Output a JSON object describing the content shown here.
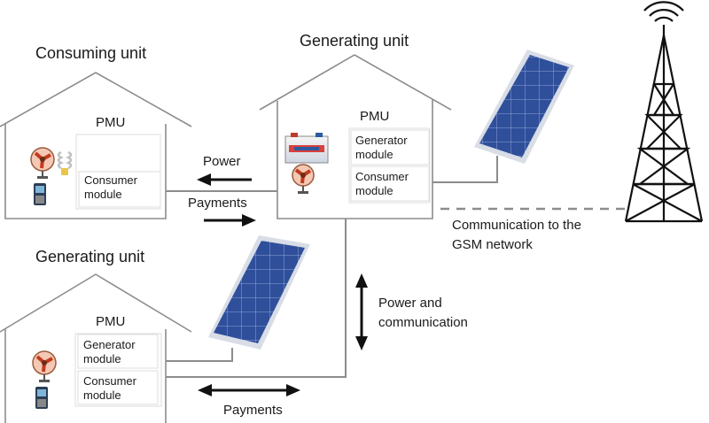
{
  "consuming_unit": {
    "title": "Consuming unit",
    "pmu": "PMU",
    "consumer_module": "Consumer module"
  },
  "generating_unit_top": {
    "title": "Generating unit",
    "pmu": "PMU",
    "generator_module": "Generator module",
    "consumer_module": "Consumer module"
  },
  "generating_unit_bottom": {
    "title": "Generating unit",
    "pmu": "PMU",
    "generator_module": "Generator module",
    "consumer_module": "Consumer module"
  },
  "flows": {
    "power": "Power",
    "payments_top": "Payments",
    "payments_bottom": "Payments",
    "power_and_communication": "Power and communication",
    "gsm": "Communication to the GSM network"
  },
  "icons": [
    "fan-icon",
    "light-bulb-icon",
    "mobile-phone-icon",
    "battery-icon",
    "solar-panel-icon",
    "cell-tower-icon"
  ]
}
